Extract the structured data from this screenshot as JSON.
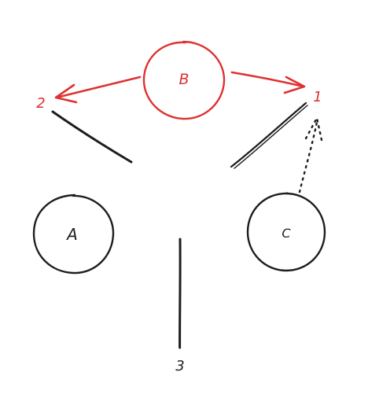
{
  "colors": {
    "black": "#1e1e1e",
    "red": "#e03131",
    "background": "#ffffff"
  },
  "nodes": {
    "a": {
      "label": "A"
    },
    "b": {
      "label": "B"
    },
    "c": {
      "label": "C"
    }
  },
  "endpoints": {
    "one": "1",
    "two": "2",
    "three": "3"
  }
}
